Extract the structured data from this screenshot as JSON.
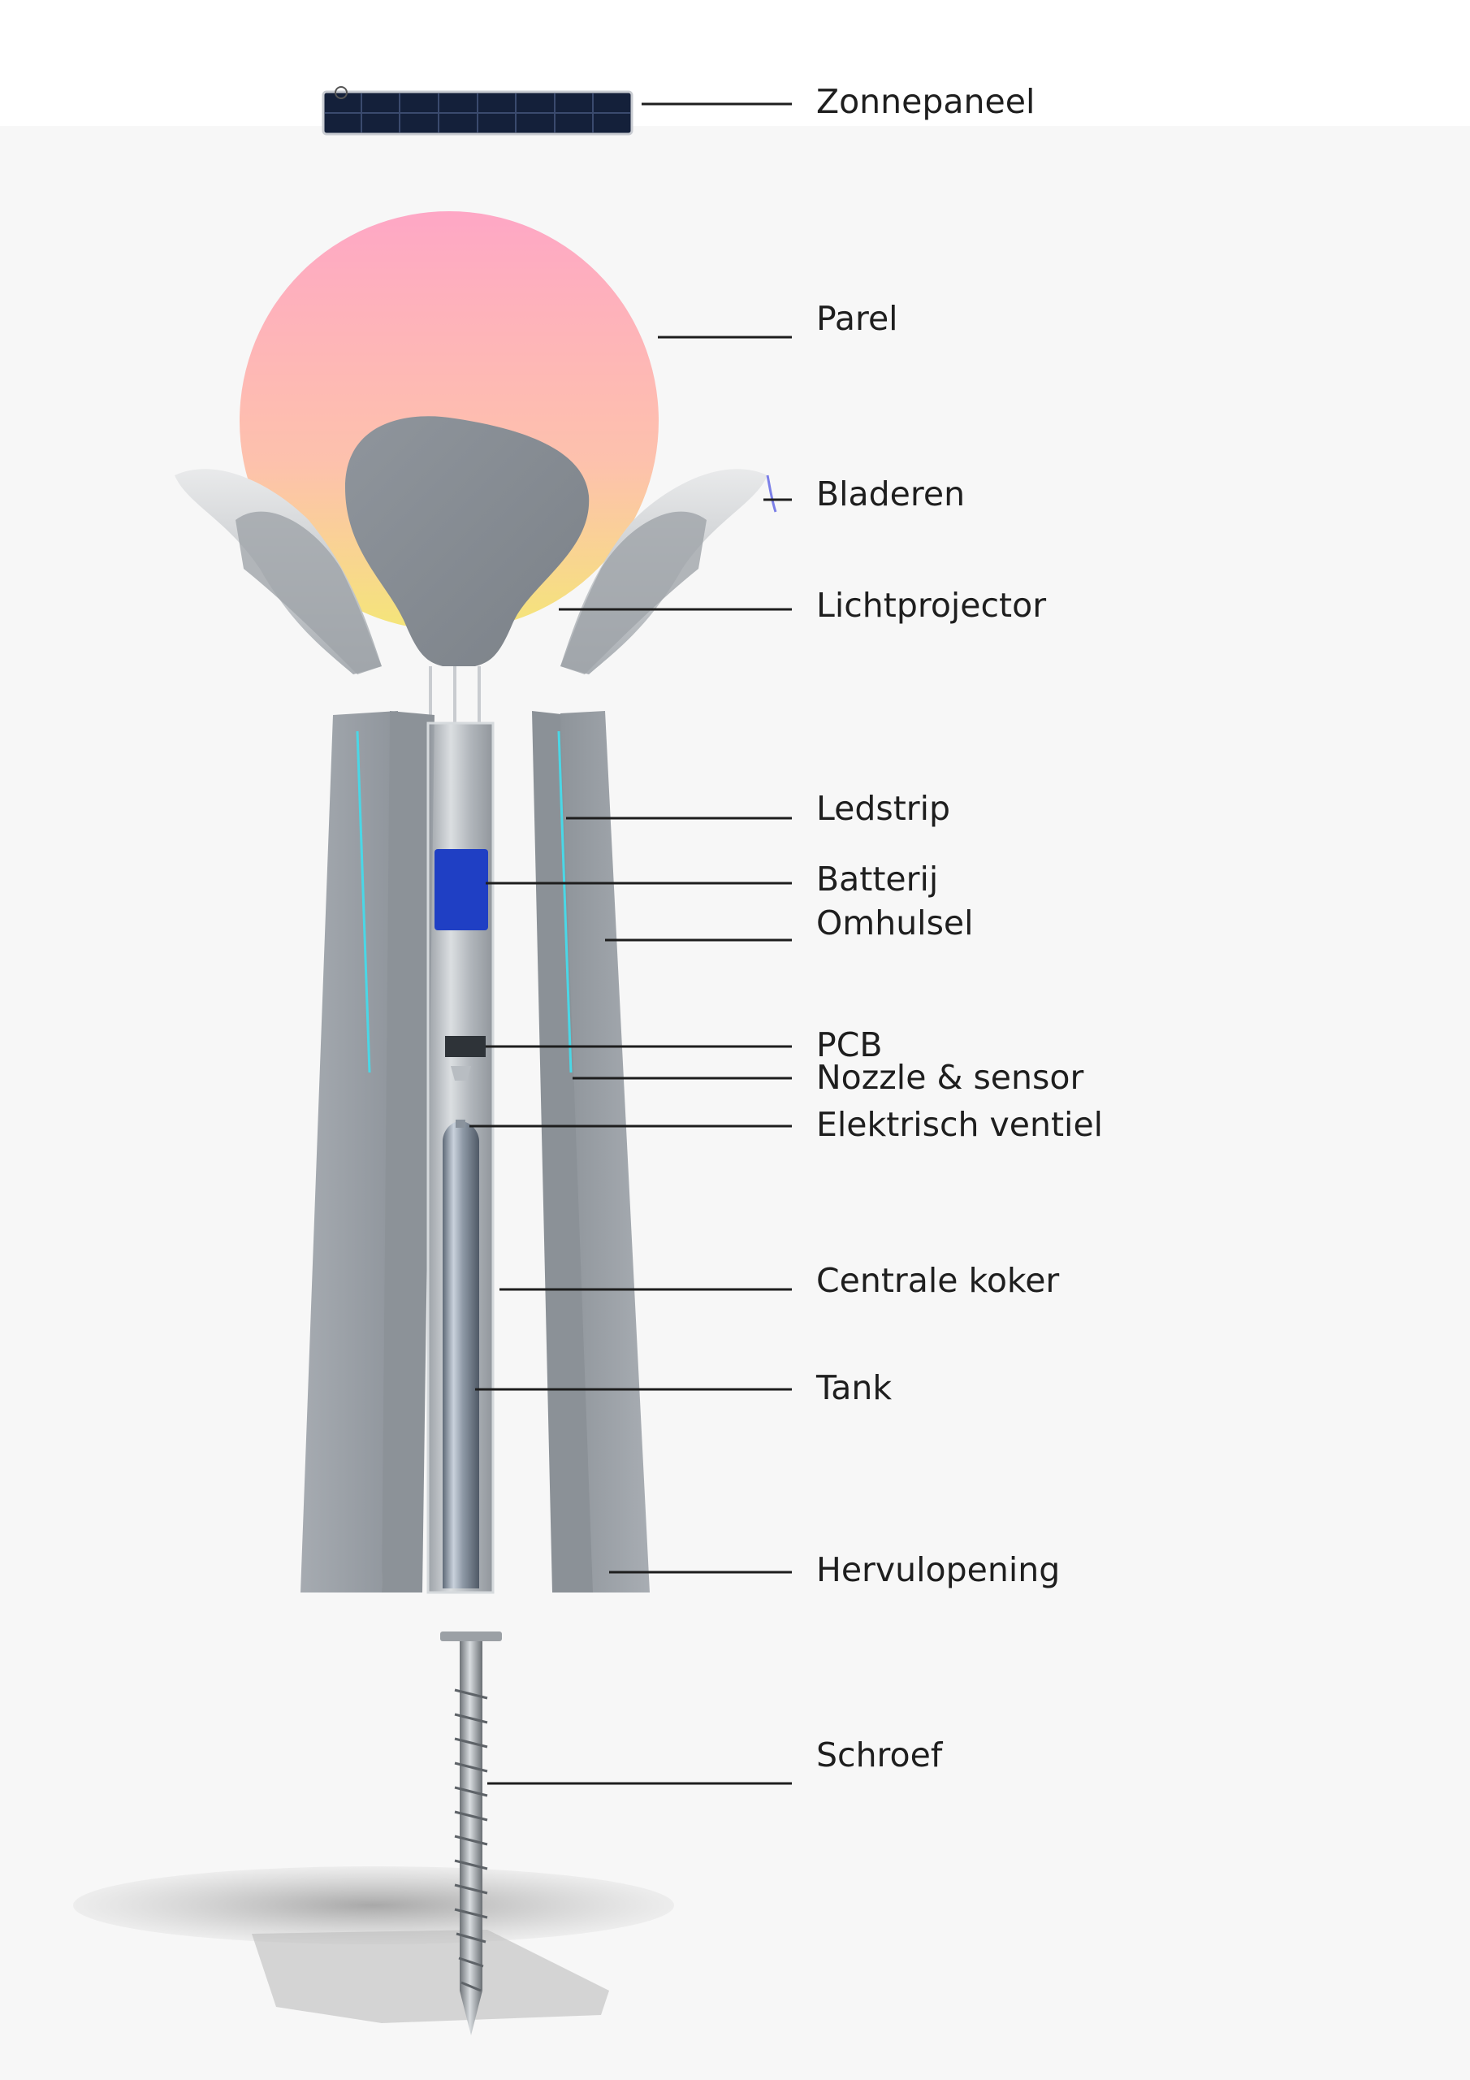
{
  "labels": {
    "zonnepaneel": "Zonnepaneel",
    "parel": "Parel",
    "bladeren": "Bladeren",
    "lichtprojector": "Lichtprojector",
    "ledstrip": "Ledstrip",
    "batterij": "Batterij",
    "omhulsel": "Omhulsel",
    "pcb": "PCB",
    "nozzle_sensor": "Nozzle & sensor",
    "elektrisch_ventiel": "Elektrisch ventiel",
    "centrale_koker": "Centrale koker",
    "tank": "Tank",
    "hervulopening": "Hervulopening",
    "schroef": "Schroef"
  },
  "colors": {
    "background_top": "#ffffff",
    "background_main": "#f7f7f7",
    "solar_panel": "#14203a",
    "pearl_top": "#ffb3c0",
    "pearl_bottom": "#f3e06a",
    "shell_gray": "#9ea4aa",
    "battery_blue": "#1f3fc4",
    "ledstrip_cyan": "#4ad7e6",
    "leader_line": "#1e1e1e"
  }
}
